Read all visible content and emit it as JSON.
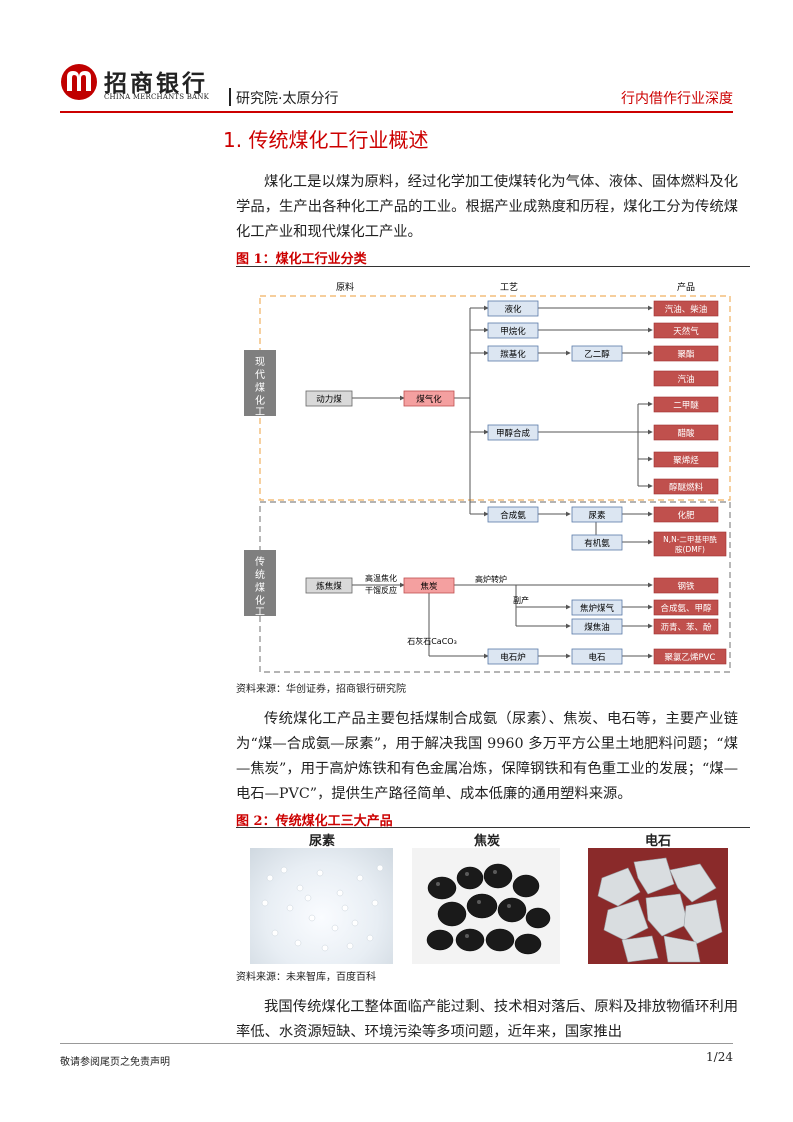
{
  "header": {
    "bank_name_cn": "招商银行",
    "bank_name_en": "CHINA MERCHANTS BANK",
    "department": "研究院·太原分行",
    "report_type": "行内借作行业深度",
    "brand_color": "#c00000"
  },
  "section": {
    "title": "1. 传统煤化工行业概述",
    "para1": "煤化工是以煤为原料，经过化学加工使煤转化为气体、液体、固体燃料及化学品，生产出各种化工产品的工业。根据产业成熟度和历程，煤化工分为传统煤化工产业和现代煤化工产业。",
    "para2": "传统煤化工产品主要包括煤制合成氨（尿素）、焦炭、电石等，主要产业链为“煤—合成氨—尿素”，用于解决我国 9960 多万平方公里土地肥料问题；“煤—焦炭”，用于高炉炼铁和有色金属冶炼，保障钢铁和有色重工业的发展；“煤—电石—PVC”，提供生产路径简单、成本低廉的通用塑料来源。",
    "para3": "我国传统煤化工整体面临产能过剩、技术相对落后、原料及排放物循环利用率低、水资源短缺、环境污染等多项问题，近年来，国家推出"
  },
  "figure1": {
    "title": "图 1：煤化工行业分类",
    "source": "资料来源：华创证券，招商银行研究院",
    "col_raw": "原料",
    "col_process": "工艺",
    "col_product": "产品",
    "group_modern": "现代煤化工",
    "group_traditional": "传统煤化工",
    "nodes": {
      "dongli": "动力煤",
      "meiqihua": "煤气化",
      "yehua": "液化",
      "jiawanhua": "甲烷化",
      "tanjihua": "羰基化",
      "yiershun": "乙二醇",
      "jiachunhecheng": "甲醇合成",
      "hechengan": "合成氨",
      "niaosu": "尿素",
      "youjian": "有机氨",
      "lianjiaomei": "炼焦煤",
      "gaowen": "高温焦化",
      "ganliu": "干馏反应",
      "jiaotan": "焦炭",
      "gaolu": "高炉转炉",
      "fuchan": "副产",
      "jiaoluqi": "焦炉煤气",
      "meijiaoyou": "煤焦油",
      "shihuishi": "石灰石CaCO₃",
      "dianshilu": "电石炉",
      "dianshi": "电石"
    },
    "products": [
      "汽油、柴油",
      "天然气",
      "聚酯",
      "汽油",
      "二甲醚",
      "醋酸",
      "聚烯烃",
      "醇醚燃料",
      "化肥",
      "N,N-二甲基甲酰胺(DMF)",
      "钢铁",
      "合成氨、甲醇",
      "沥青、苯、酚",
      "聚氯乙烯PVC"
    ]
  },
  "figure2": {
    "title": "图 2：传统煤化工三大产品",
    "labels": [
      "尿素",
      "焦炭",
      "电石"
    ],
    "source": "资料来源：未来智库，百度百科"
  },
  "footer": {
    "disclaimer": "敬请参阅尾页之免责声明",
    "page": "1/24"
  }
}
